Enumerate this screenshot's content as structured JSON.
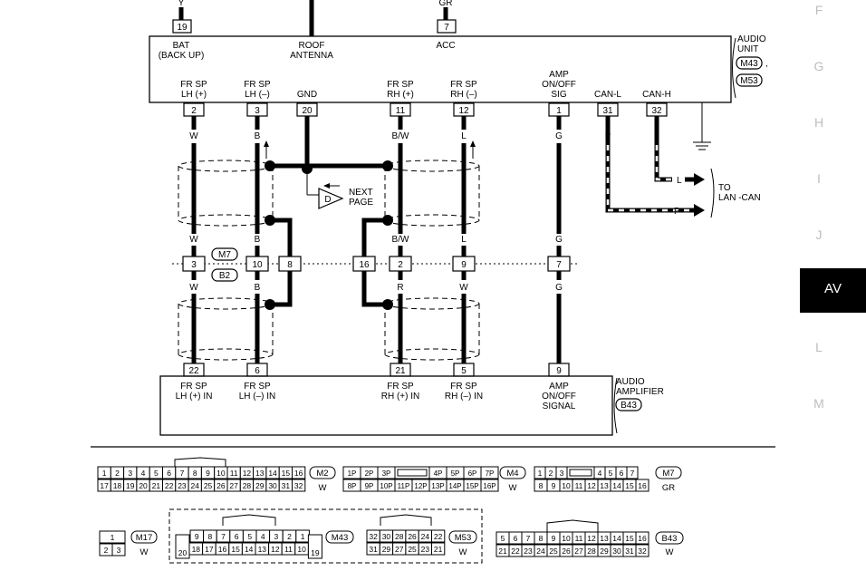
{
  "sections": [
    "F",
    "G",
    "H",
    "I",
    "J",
    "AV",
    "L",
    "M"
  ],
  "active_section": "AV",
  "top_wires": {
    "bat_color": "Y",
    "acc_color": "GR"
  },
  "audio_unit": {
    "title_1": "AUDIO",
    "title_2": "UNIT",
    "conn_1": "M43",
    "conn_sep": ",",
    "conn_2": "M53",
    "top_pins": [
      {
        "pin": "19",
        "l1": "BAT",
        "l2": "(BACK UP)"
      },
      {
        "pin": "",
        "l1": "ROOF",
        "l2": "ANTENNA"
      },
      {
        "pin": "7",
        "l1": "ACC",
        "l2": ""
      }
    ],
    "bottom_pins": [
      {
        "pin": "2",
        "l1": "FR SP",
        "l2": "LH (+)",
        "l3": ""
      },
      {
        "pin": "3",
        "l1": "FR SP",
        "l2": "LH (–)",
        "l3": ""
      },
      {
        "pin": "20",
        "l1": "GND",
        "l2": "",
        "l3": ""
      },
      {
        "pin": "11",
        "l1": "FR SP",
        "l2": "RH (+)",
        "l3": ""
      },
      {
        "pin": "12",
        "l1": "FR SP",
        "l2": "RH (–)",
        "l3": ""
      },
      {
        "pin": "1",
        "l1": "AMP",
        "l2": "ON/OFF",
        "l3": "SIG"
      },
      {
        "pin": "31",
        "l1": "CAN-L",
        "l2": "",
        "l3": ""
      },
      {
        "pin": "32",
        "l1": "CAN-H",
        "l2": "",
        "l3": ""
      }
    ]
  },
  "wire_colors_upper": [
    "W",
    "B",
    "B/W",
    "L",
    "G",
    "P",
    "L"
  ],
  "wire_colors_mid": [
    "W",
    "B",
    "B/W",
    "L",
    "G"
  ],
  "wire_colors_lower": [
    "W",
    "B",
    "R",
    "W",
    "G"
  ],
  "next_page": {
    "symbol": "D",
    "l1": "NEXT",
    "l2": "PAGE"
  },
  "lan_can": {
    "wire_l": "L",
    "wire_p": "P",
    "l1": "TO",
    "l2": "LAN -CAN"
  },
  "junction": {
    "conn_1": "M7",
    "conn_2": "B2",
    "pins": [
      "3",
      "10",
      "8",
      "16",
      "2",
      "9",
      "7"
    ]
  },
  "amplifier": {
    "title_1": "AUDIO",
    "title_2": "AMPLIFIER",
    "conn": "B43",
    "pins": [
      {
        "pin": "22",
        "l1": "FR SP",
        "l2": "LH (+) IN"
      },
      {
        "pin": "6",
        "l1": "FR SP",
        "l2": "LH (–) IN"
      },
      {
        "pin": "21",
        "l1": "FR SP",
        "l2": "RH (+) IN"
      },
      {
        "pin": "5",
        "l1": "FR SP",
        "l2": "RH (–) IN"
      },
      {
        "pin": "9",
        "l1": "AMP",
        "l2": "ON/OFF",
        "l3": "SIGNAL"
      }
    ]
  },
  "connectors": {
    "m2": {
      "name": "M2",
      "color": "W",
      "row1": [
        "1",
        "2",
        "3",
        "4",
        "5",
        "6",
        "7",
        "8",
        "9",
        "10",
        "11",
        "12",
        "13",
        "14",
        "15",
        "16"
      ],
      "row2": [
        "17",
        "18",
        "19",
        "20",
        "21",
        "22",
        "23",
        "24",
        "25",
        "26",
        "27",
        "28",
        "29",
        "30",
        "31",
        "32"
      ]
    },
    "m4": {
      "name": "M4",
      "color": "W",
      "row1": [
        "1P",
        "2P",
        "3P",
        "",
        "4P",
        "5P",
        "6P",
        "7P"
      ],
      "row2": [
        "8P",
        "9P",
        "10P",
        "11P",
        "12P",
        "13P",
        "14P",
        "15P",
        "16P"
      ]
    },
    "m7": {
      "name": "M7",
      "color": "GR",
      "row1": [
        "1",
        "2",
        "3",
        "",
        "4",
        "5",
        "6",
        "7"
      ],
      "row2": [
        "8",
        "9",
        "10",
        "11",
        "12",
        "13",
        "14",
        "15",
        "16"
      ]
    },
    "m17": {
      "name": "M17",
      "color": "W",
      "row1": [
        "1"
      ],
      "row2": [
        "2",
        "3"
      ]
    },
    "m43": {
      "name": "M43",
      "row1": [
        "9",
        "8",
        "7",
        "6",
        "5",
        "4",
        "3",
        "2",
        "1"
      ],
      "row2": [
        "18",
        "17",
        "16",
        "15",
        "14",
        "13",
        "12",
        "11",
        "10"
      ],
      "left": "20",
      "right": "19"
    },
    "m53": {
      "name": "M53",
      "color": "W",
      "row1": [
        "32",
        "30",
        "28",
        "26",
        "24",
        "22"
      ],
      "row2": [
        "31",
        "29",
        "27",
        "25",
        "23",
        "21"
      ]
    },
    "b43": {
      "name": "B43",
      "color": "W",
      "row1": [
        "5",
        "6",
        "7",
        "8",
        "9",
        "10",
        "11",
        "12",
        "13",
        "14",
        "15",
        "16"
      ],
      "row2": [
        "21",
        "22",
        "23",
        "24",
        "25",
        "26",
        "27",
        "28",
        "29",
        "30",
        "31",
        "32"
      ]
    }
  }
}
